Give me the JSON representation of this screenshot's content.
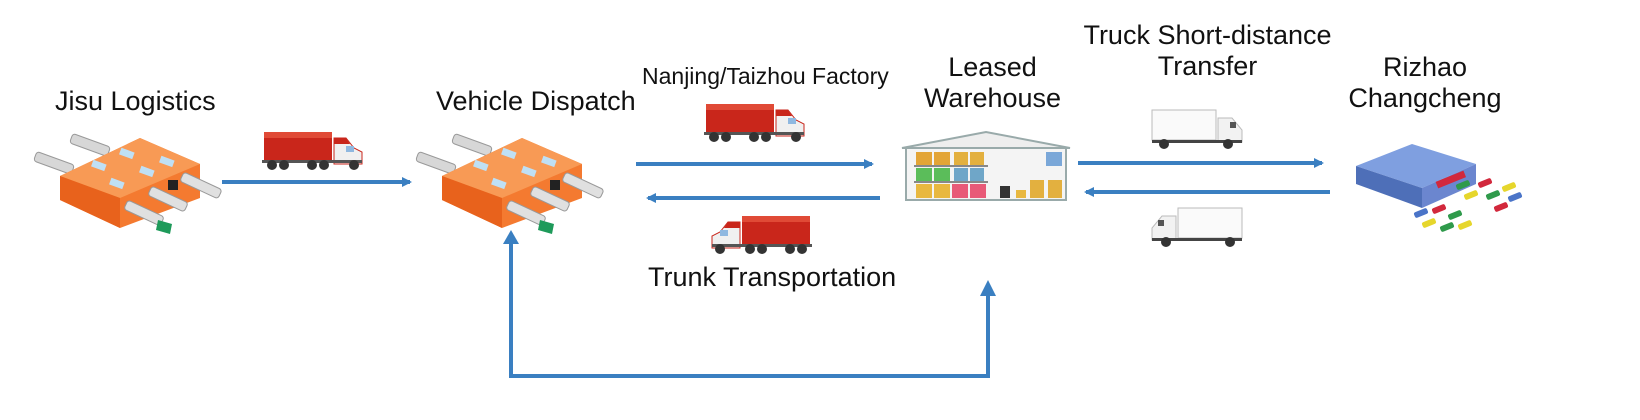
{
  "diagram": {
    "type": "logistics-flow",
    "nodes": [
      {
        "id": "jisu",
        "label": "Jisu Logistics",
        "icon": "orange-distribution-center-icon"
      },
      {
        "id": "dispatch",
        "label": "Vehicle Dispatch",
        "icon": "orange-distribution-center-icon"
      },
      {
        "id": "warehouse",
        "label_lines": [
          "Leased",
          "Warehouse"
        ],
        "icon": "warehouse-interior-icon"
      },
      {
        "id": "rizhao",
        "label_lines": [
          "Rizhao",
          "Changcheng"
        ],
        "icon": "factory-parking-lot-icon"
      }
    ],
    "edge_labels": {
      "factory": "Nanjing/Taizhou Factory",
      "trunk": "Trunk Transportation",
      "short_transfer_lines": [
        "Truck Short-distance",
        "Transfer"
      ]
    },
    "edges": [
      {
        "from": "jisu",
        "to": "dispatch",
        "vehicle": "red-semi-truck-icon"
      },
      {
        "from": "dispatch",
        "to": "warehouse",
        "vehicle": "red-semi-truck-icon",
        "label": "Nanjing/Taizhou Factory"
      },
      {
        "from": "warehouse",
        "to": "dispatch",
        "vehicle": "red-semi-truck-icon",
        "label": "Trunk Transportation"
      },
      {
        "from": "warehouse",
        "to": "rizhao",
        "vehicle": "white-box-truck-icon"
      },
      {
        "from": "rizhao",
        "to": "warehouse",
        "vehicle": "white-box-truck-icon"
      },
      {
        "from": "warehouse",
        "to": "dispatch",
        "route": "loop-below",
        "bidirectional": true
      }
    ],
    "colors": {
      "arrow": "#3a7fc1",
      "building_orange": "#f47a30",
      "truck_red": "#c9261b",
      "rizhao_blue": "#5d84cf"
    }
  }
}
